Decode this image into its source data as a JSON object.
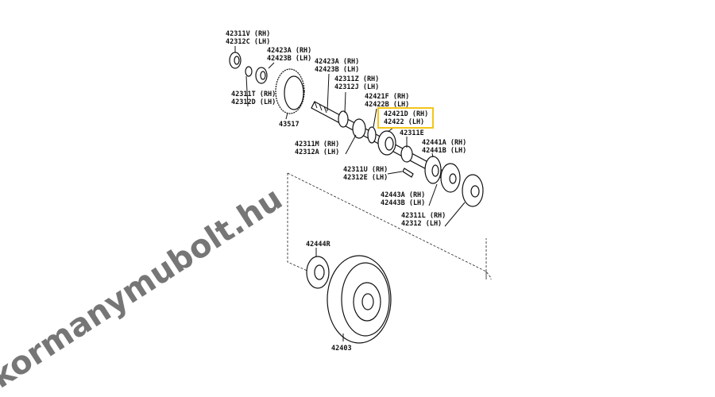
{
  "diagram": {
    "highlight_color": "#f5c518",
    "watermark": "kormanymubolt.hu",
    "labels": {
      "l1": [
        "42311V (RH)",
        "42312C (LH)"
      ],
      "l2": [
        "42423A (RH)",
        "42423B (LH)"
      ],
      "l3": [
        "42423A (RH)",
        "42423B (LH)"
      ],
      "l4": [
        "42311T (RH)",
        "42312D (LH)"
      ],
      "l5": [
        "43517"
      ],
      "l6": [
        "42311Z (RH)",
        "42312J (LH)"
      ],
      "l7": [
        "42421F (RH)",
        "42422B (LH)"
      ],
      "l8": [
        "42421D (RH)",
        "42422 (LH)"
      ],
      "l9": [
        "42311E"
      ],
      "l10": [
        "42441A (RH)",
        "42441B (LH)"
      ],
      "l11": [
        "42311M (RH)",
        "42312A (LH)"
      ],
      "l12": [
        "42311U (RH)",
        "42312E (LH)"
      ],
      "l13": [
        "42443A (RH)",
        "42443B (LH)"
      ],
      "l14": [
        "42311L (RH)",
        "42312 (LH)"
      ],
      "l15": [
        "42444R"
      ],
      "l16": [
        "42403"
      ]
    }
  }
}
